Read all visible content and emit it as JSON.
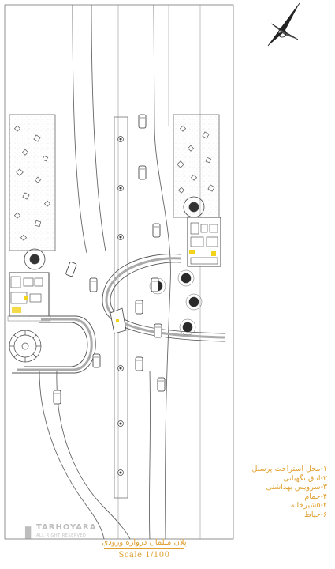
{
  "legend": {
    "items": [
      "۱-محل استراحت پرسنل",
      "۲-اتاق نگهبانی",
      "۳-سرویس بهداشتی",
      "۴-حمام",
      "۵-۲شیرخانه",
      "۶-حیاط"
    ]
  },
  "title": {
    "farsi": "پلان مبلمان دروازه ورودی",
    "scale": "Scale 1/100"
  },
  "watermark": {
    "name": "TARHOYARA",
    "sub": "ALL RIGHT RESERVED"
  },
  "icons": {
    "north_arrow": "compass-north-arrow-icon",
    "logo": "tarhoyara-logo-icon"
  },
  "colors": {
    "lines": "#555555",
    "annotation": "#e0a030",
    "highlight": "#f2d21b",
    "hatch": "#bbbbbb"
  }
}
